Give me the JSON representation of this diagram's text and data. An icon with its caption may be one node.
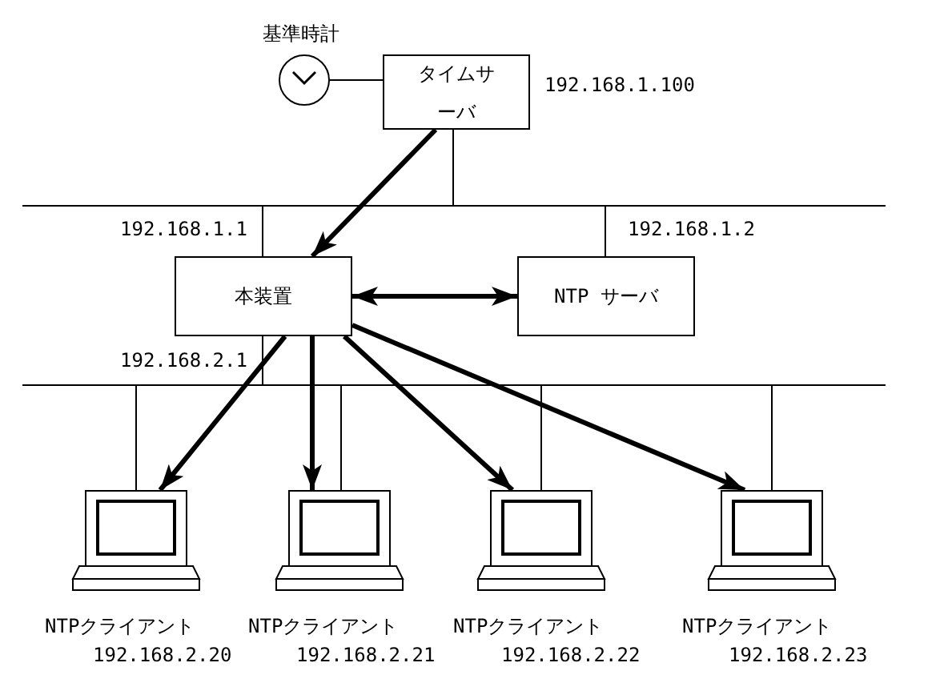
{
  "diagram": {
    "nodes": [
      {
        "text": [],
        "shape": "circle",
        "beside": [
          "基準時計"
        ]
      },
      {
        "text": [
          "タイムサーバ"
        ],
        "beside": [
          "192.168.1.100"
        ]
      },
      {
        "text": [],
        "shape": "bar"
      },
      {
        "text": [
          "本装置"
        ],
        "beside": [
          "192.168.1.1",
          "192.168.2.1"
        ]
      },
      {
        "text": [
          "NTP サーバ"
        ],
        "beside": [
          "192.168.1.2"
        ]
      },
      {
        "text": [],
        "shape": "bar"
      },
      {
        "text": [],
        "shape": "picture",
        "beside": [
          "NTPクライアント",
          "192.168.2.20"
        ]
      },
      {
        "text": [],
        "shape": "picture",
        "beside": [
          "NTPクライアント",
          "192.168.2.21"
        ]
      },
      {
        "text": [],
        "shape": "picture",
        "beside": [
          "NTPクライアント",
          "192.168.2.22"
        ]
      },
      {
        "text": [],
        "shape": "picture",
        "beside": [
          "NTPクライアント",
          "192.168.2.23"
        ]
      }
    ],
    "edges": [
      {
        "from": 0,
        "to": 1,
        "arrow": "none"
      },
      {
        "from": 1,
        "to": 2,
        "arrow": "none"
      },
      {
        "from": 2,
        "to": 3,
        "arrow": "none"
      },
      {
        "from": 2,
        "to": 4,
        "arrow": "none"
      },
      {
        "from": 3,
        "to": 5,
        "arrow": "none"
      },
      {
        "from": 5,
        "to": 6,
        "arrow": "none"
      },
      {
        "from": 5,
        "to": 7,
        "arrow": "none"
      },
      {
        "from": 5,
        "to": 8,
        "arrow": "none"
      },
      {
        "from": 5,
        "to": 9,
        "arrow": "none"
      },
      {
        "from": 1,
        "to": 3,
        "arrow": "to",
        "style": "thick"
      },
      {
        "from": 3,
        "to": 4,
        "arrow": "both",
        "style": "thick"
      },
      {
        "from": 3,
        "to": 6,
        "arrow": "to",
        "style": "thick"
      },
      {
        "from": 3,
        "to": 7,
        "arrow": "to",
        "style": "thick"
      },
      {
        "from": 3,
        "to": 8,
        "arrow": "to",
        "style": "thick"
      },
      {
        "from": 3,
        "to": 9,
        "arrow": "to",
        "style": "thick"
      }
    ]
  }
}
